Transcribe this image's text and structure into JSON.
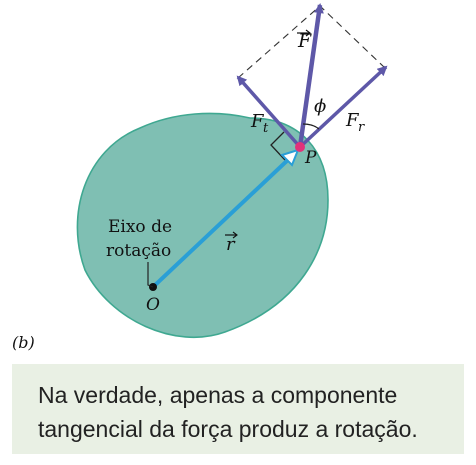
{
  "figure": {
    "panel_label": "(b)",
    "point_P": "P",
    "origin_O": "O",
    "axis_label_line1": "Eixo de",
    "axis_label_line2": "rotação",
    "vector_r": "r",
    "vector_F": "F",
    "component_Ft_letter": "F",
    "component_Ft_sub": "t",
    "component_Fr_letter": "F",
    "component_Fr_sub": "r",
    "angle_phi": "ϕ"
  },
  "caption": {
    "line1": "Na verdade, apenas a componente",
    "line2": "tangencial da força produz a rotação."
  },
  "colors": {
    "body_fill": "#7fbfb3",
    "body_stroke": "#3fa891",
    "radius_vector": "#2a9fd6",
    "force_vector": "#5e58a8",
    "point_P": "#e2337a",
    "caption_bg": "#e9f0e4"
  }
}
